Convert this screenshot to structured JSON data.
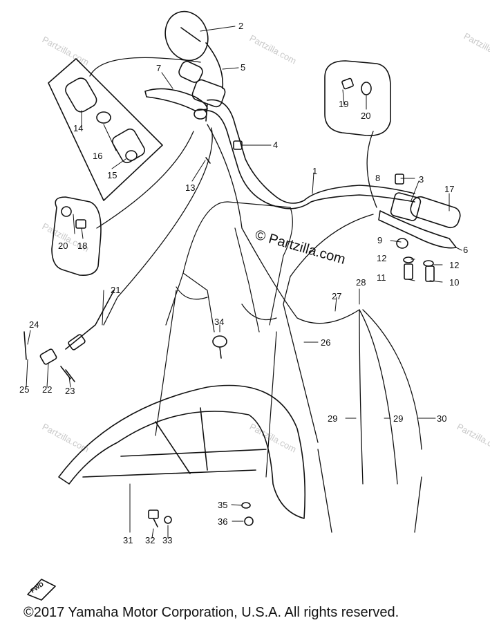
{
  "diagram": {
    "brand_watermark": "© Partzilla.com",
    "faint_watermark": "Partzilla.com",
    "front_marker": "FWD",
    "copyright": "©2017 Yamaha Motor Corporation, U.S.A. All rights reserved.",
    "callouts": [
      "1",
      "2",
      "3",
      "4",
      "5",
      "6",
      "7",
      "8",
      "9",
      "10",
      "11",
      "12",
      "12",
      "13",
      "14",
      "15",
      "16",
      "17",
      "18",
      "19",
      "20",
      "20",
      "21",
      "22",
      "23",
      "24",
      "25",
      "26",
      "27",
      "28",
      "29",
      "29",
      "30",
      "31",
      "32",
      "33",
      "34",
      "35",
      "36"
    ]
  }
}
